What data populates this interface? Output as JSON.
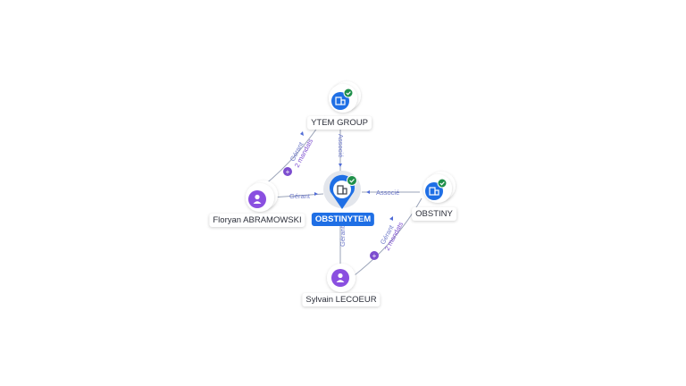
{
  "colors": {
    "company": "#1f6fe5",
    "person": "#8a4fe0",
    "verified": "#1f8f4a",
    "edge_label": "#6e79c9",
    "mandat_badge": "#7c4dcf"
  },
  "nodes": {
    "center": {
      "label": "OBSTINYTEM",
      "icon": "building-icon",
      "verified": true
    },
    "ytem": {
      "label": "YTEM GROUP",
      "icon": "building-icon",
      "verified": true
    },
    "obstiny": {
      "label": "OBSTINY",
      "icon": "building-icon",
      "verified": true
    },
    "floryan": {
      "label": "Floryan ABRAMOWSKI",
      "icon": "person-icon"
    },
    "sylvain": {
      "label": "Sylvain LECOEUR",
      "icon": "person-icon"
    }
  },
  "edges": {
    "ytem_center": {
      "label": "Associé"
    },
    "obstiny_center": {
      "label": "Associé"
    },
    "floryan_center": {
      "label": "Gérant"
    },
    "sylvain_center": {
      "label": "Gérant"
    },
    "floryan_ytem": {
      "label": "Gérant",
      "mandats": "2 mandats",
      "badge": "+"
    },
    "sylvain_obstiny": {
      "label": "Gérant",
      "mandats": "2 mandats",
      "badge": "+"
    }
  }
}
